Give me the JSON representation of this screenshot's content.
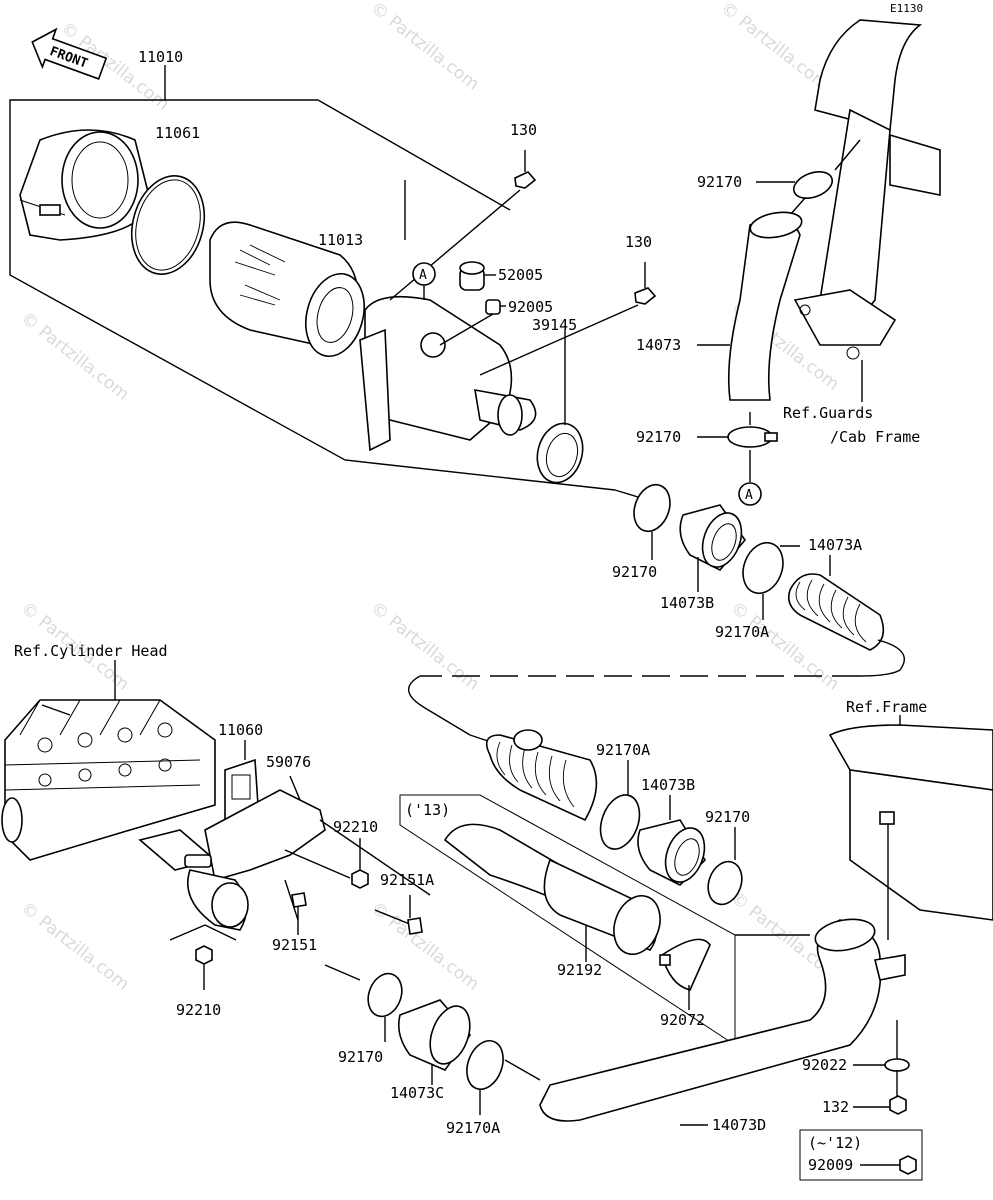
{
  "diagram_code": "E1130",
  "front_label": "FRONT",
  "watermark": "© Partzilla.com",
  "refs": {
    "guards": "Ref.Guards",
    "cab_frame": "/Cab Frame",
    "cylinder_head": "Ref.Cylinder Head",
    "frame": "Ref.Frame"
  },
  "marker": "A",
  "years": {
    "y13": "('13)",
    "y12": "(~'12)"
  },
  "parts": {
    "p11010": "11010",
    "p11061": "11061",
    "p11013": "11013",
    "p130a": "130",
    "p130b": "130",
    "p52005": "52005",
    "p92005": "92005",
    "p39145": "39145",
    "p92170_top": "92170",
    "p14073": "14073",
    "p92170_mid": "92170",
    "p92170_left": "92170",
    "p14073B_top": "14073B",
    "p92170A_top": "92170A",
    "p14073A": "14073A",
    "p11060": "11060",
    "p59076": "59076",
    "p92210_top": "92210",
    "p92151A": "92151A",
    "p92151": "92151",
    "p92210_bottom": "92210",
    "p92170A_mid": "92170A",
    "p14073B_mid": "14073B",
    "p92170_right": "92170",
    "p92192": "92192",
    "p92072": "92072",
    "p92170_bottom": "92170",
    "p14073C": "14073C",
    "p92170A_bottom": "92170A",
    "p14073D": "14073D",
    "p92022": "92022",
    "p132": "132",
    "p92009": "92009"
  }
}
